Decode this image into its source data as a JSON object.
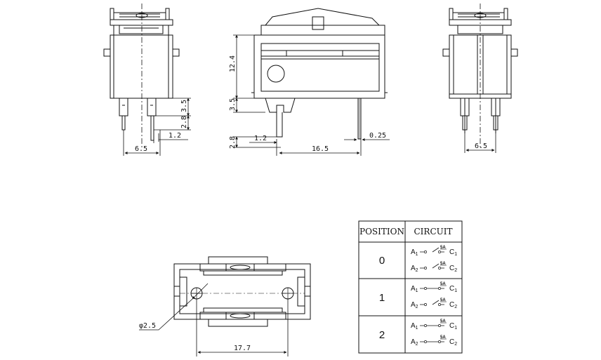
{
  "dimensions": {
    "front_width": "6.5",
    "front_pin_offset": "1.2",
    "front_h1": "3.5",
    "front_h2": "2.8",
    "side_body_height": "12.4",
    "side_pin_height": "3.5",
    "side_bottom": "2.8",
    "side_pin_offset": "1.2",
    "side_length": "16.5",
    "side_pin_thickness": "0.25",
    "right_width": "6.5",
    "bottom_hole": "φ2.5",
    "bottom_length": "17.7"
  },
  "table": {
    "header_position": "POSITION",
    "header_circuit": "CIRCUIT",
    "rows": [
      {
        "position": "0",
        "line1": {
          "a": "A",
          "a_sub": "1",
          "rating": "5A",
          "c": "C",
          "c_sub": "1"
        },
        "line2": {
          "a": "A",
          "a_sub": "2",
          "rating": "5A",
          "c": "C",
          "c_sub": "2"
        }
      },
      {
        "position": "1",
        "line1": {
          "a": "A",
          "a_sub": "1",
          "rating": "5A",
          "c": "C",
          "c_sub": "1"
        },
        "line2": {
          "a": "A",
          "a_sub": "2",
          "rating": "5A",
          "c": "C",
          "c_sub": "2"
        }
      },
      {
        "position": "2",
        "line1": {
          "a": "A",
          "a_sub": "1",
          "rating": "5A",
          "c": "C",
          "c_sub": "1"
        },
        "line2": {
          "a": "A",
          "a_sub": "2",
          "rating": "5A",
          "c": "C",
          "c_sub": "2"
        }
      }
    ]
  }
}
